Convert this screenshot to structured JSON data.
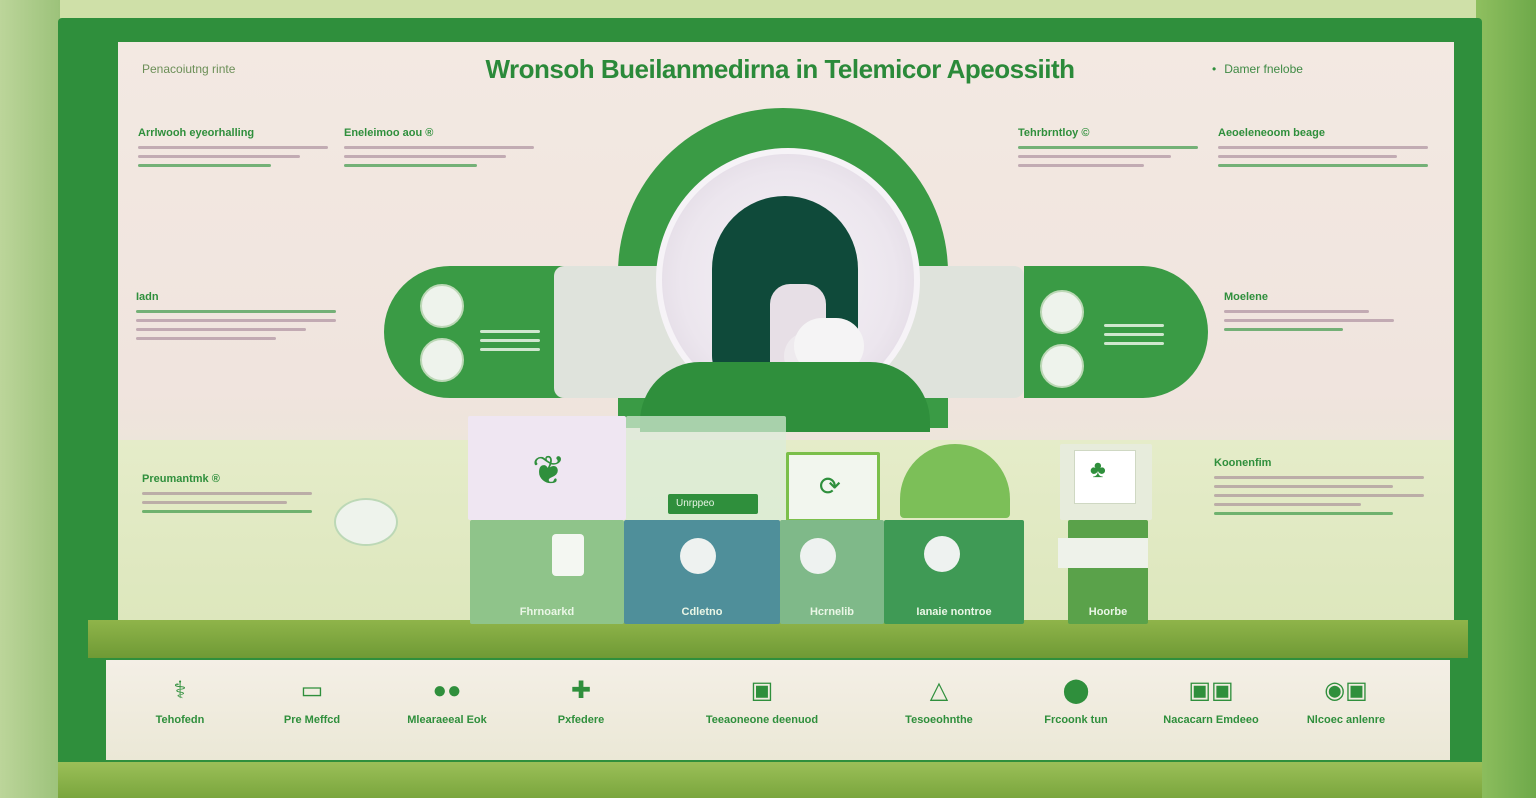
{
  "title": "Wronsoh Bueilanmedirna in Telemicor Apeossiith",
  "top_left_note": "Penacoiutng rinte",
  "top_right_note": "Damer fnelobe",
  "left_panels": [
    {
      "heading": "Arrlwooh eyeorhalling",
      "lines": 3
    },
    {
      "heading": "Eneleimoo aou ®",
      "lines": 3
    },
    {
      "heading": "Iadn",
      "lines": 4
    },
    {
      "heading": "Preumantmk ®",
      "lines": 3
    }
  ],
  "right_panels": [
    {
      "heading": "Tehrbrntloy ©",
      "lines": 3
    },
    {
      "heading": "Aeoeleneoom beage",
      "lines": 3
    },
    {
      "heading": "Moelene",
      "lines": 3
    },
    {
      "heading": "Koonenfim",
      "lines": 5
    }
  ],
  "center": {
    "badge_label": "Unrppeo",
    "cards": [
      {
        "label": "Fhrnoarkd"
      },
      {
        "label": "Cdletno"
      },
      {
        "label": "Hcrnelib"
      },
      {
        "label": "Ianaie nontroe"
      },
      {
        "label": "Hoorbe"
      }
    ]
  },
  "footer_items": [
    {
      "icon": "stethoscope-icon",
      "glyph": "⚕",
      "label": "Tehofedn"
    },
    {
      "icon": "screen-icon",
      "glyph": "▭",
      "label": "Pre Meffcd"
    },
    {
      "icon": "people-icon",
      "glyph": "●●",
      "label": "Mlearaeeal Eok"
    },
    {
      "icon": "plus-icon",
      "glyph": "✚",
      "label": "Pxfedere"
    },
    {
      "icon": "badge-icon",
      "glyph": "▣",
      "label": "Teeaoneone deenuod"
    },
    {
      "icon": "triangle-icon",
      "glyph": "△",
      "label": "Tesoeohnthe"
    },
    {
      "icon": "circle-icon",
      "glyph": "⬤",
      "label": "Frcoonk tun"
    },
    {
      "icon": "device-icon",
      "glyph": "▣▣",
      "label": "Nacacarn Emdeeo"
    },
    {
      "icon": "check-icon",
      "glyph": "◉▣",
      "label": "Nlcoec anlenre"
    }
  ],
  "colors": {
    "primary": "#2f8f3c",
    "light": "#cfe0a8",
    "board": "#f3e9e2"
  }
}
